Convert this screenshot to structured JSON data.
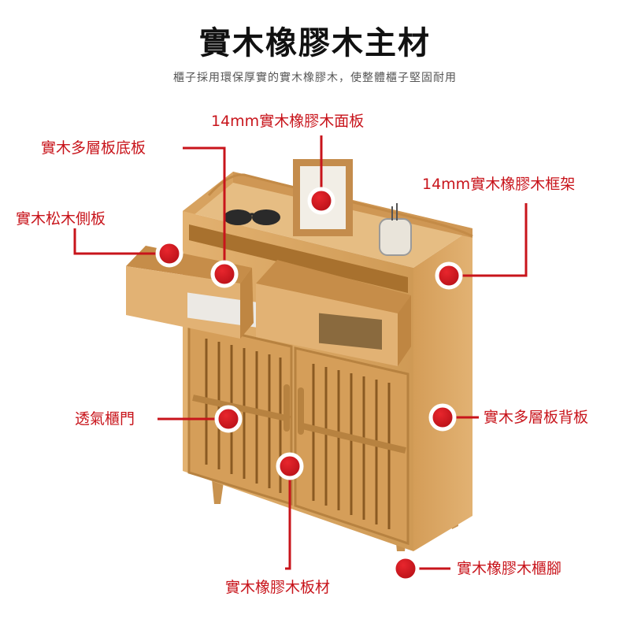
{
  "header": {
    "title": "實木橡膠木主材",
    "subtitle": "櫃子採用環保厚實的實木橡膠木，使整體櫃子堅固耐用"
  },
  "callouts": {
    "top_panel": "14mm實木橡膠木面板",
    "bottom_board": "實木多層板底板",
    "frame": "14mm實木橡膠木框架",
    "side_panel": "實木松木側板",
    "vent_door": "透氣櫃門",
    "back_board": "實木多層板背板",
    "legs": "實木橡膠木櫃腳",
    "board_material": "實木橡膠木板材"
  },
  "colors": {
    "accent": "#c8141b",
    "wood": "#d9a661",
    "wood_dark": "#b9843f",
    "wood_light": "#e8c189"
  }
}
